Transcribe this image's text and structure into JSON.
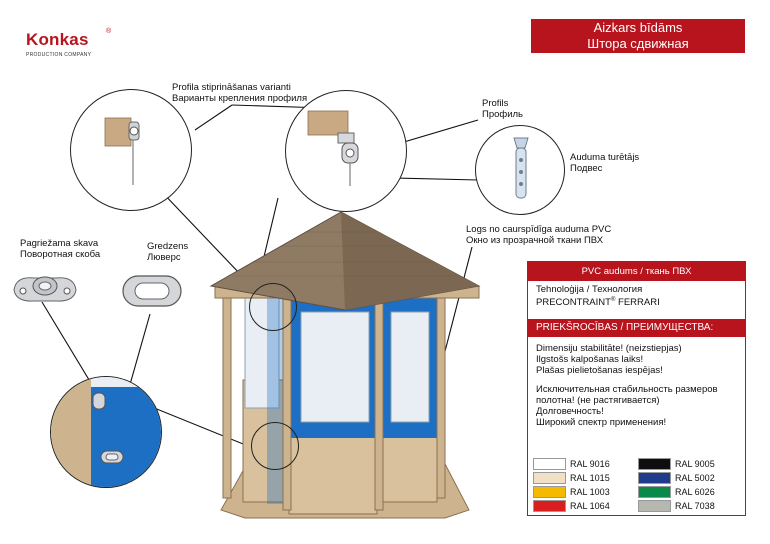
{
  "brand": {
    "name": "Konkas",
    "registered": "®",
    "subtitle": "PRODUCTION COMPANY",
    "color": "#b8141d"
  },
  "title": {
    "line1": "Aizkars bīdāms",
    "line2": "Штора сдвижная"
  },
  "callouts": {
    "profile_mount": {
      "lv": "Profila stiprināšanas varianti",
      "ru": "Варианты крепления профиля"
    },
    "profile": {
      "lv": "Profils",
      "ru": "Профиль"
    },
    "fabric_holder": {
      "lv": "Auduma turētājs",
      "ru": "Подвес"
    },
    "window": {
      "lv": "Logs no caurspīdīga auduma PVC",
      "ru": "Окно из прозрачной ткани ПВХ"
    },
    "clamp": {
      "lv": "Pagriežama skava",
      "ru": "Поворотная скоба"
    },
    "ring": {
      "lv": "Gredzens",
      "ru": "Люверс"
    }
  },
  "panel": {
    "header": "PVC audums / ткань ПВХ",
    "tech_line1": "Tehnoloģija / Технология",
    "tech_line2": "PRECONTRAINT",
    "tech_reg": "®",
    "tech_line2_end": "FERRARI",
    "adv_header": "PRIEKŠROCĪBAS / ПРЕИМУЩЕСТВА:",
    "lv_lines": [
      "Dimensiju stabilitāte! (neizstiepjas)",
      "Ilgstošs kalpošanas laiks!",
      "Plašas pielietošanas iespējas!"
    ],
    "ru_lines": [
      "Исключительная стабильность размеров",
      "полотна! (не растягивается)",
      "Долговечность!",
      "Широкий спектр применения!"
    ],
    "swatches": [
      [
        {
          "name": "RAL 9016",
          "color": "#ffffff"
        },
        {
          "name": "RAL 9005",
          "color": "#0e0e10"
        }
      ],
      [
        {
          "name": "RAL 1015",
          "color": "#f0e0c6"
        },
        {
          "name": "RAL 5002",
          "color": "#1f3c8c"
        }
      ],
      [
        {
          "name": "RAL 1003",
          "color": "#f5b900"
        },
        {
          "name": "RAL 6026",
          "color": "#0a8a4a"
        }
      ],
      [
        {
          "name": "RAL 1064",
          "color": "#d81e1e"
        },
        {
          "name": "RAL 7038",
          "color": "#b4b8b0"
        }
      ]
    ]
  },
  "colors": {
    "accent": "#b8141d",
    "pvc_blue": "#1d6fc4",
    "wood": "#cdb48e",
    "roof": "#8f7a63"
  },
  "icons": [
    "profile-mount-icon",
    "profile-icon",
    "fabric-holder-icon",
    "swivel-clamp-icon",
    "eyelet-ring-icon"
  ]
}
